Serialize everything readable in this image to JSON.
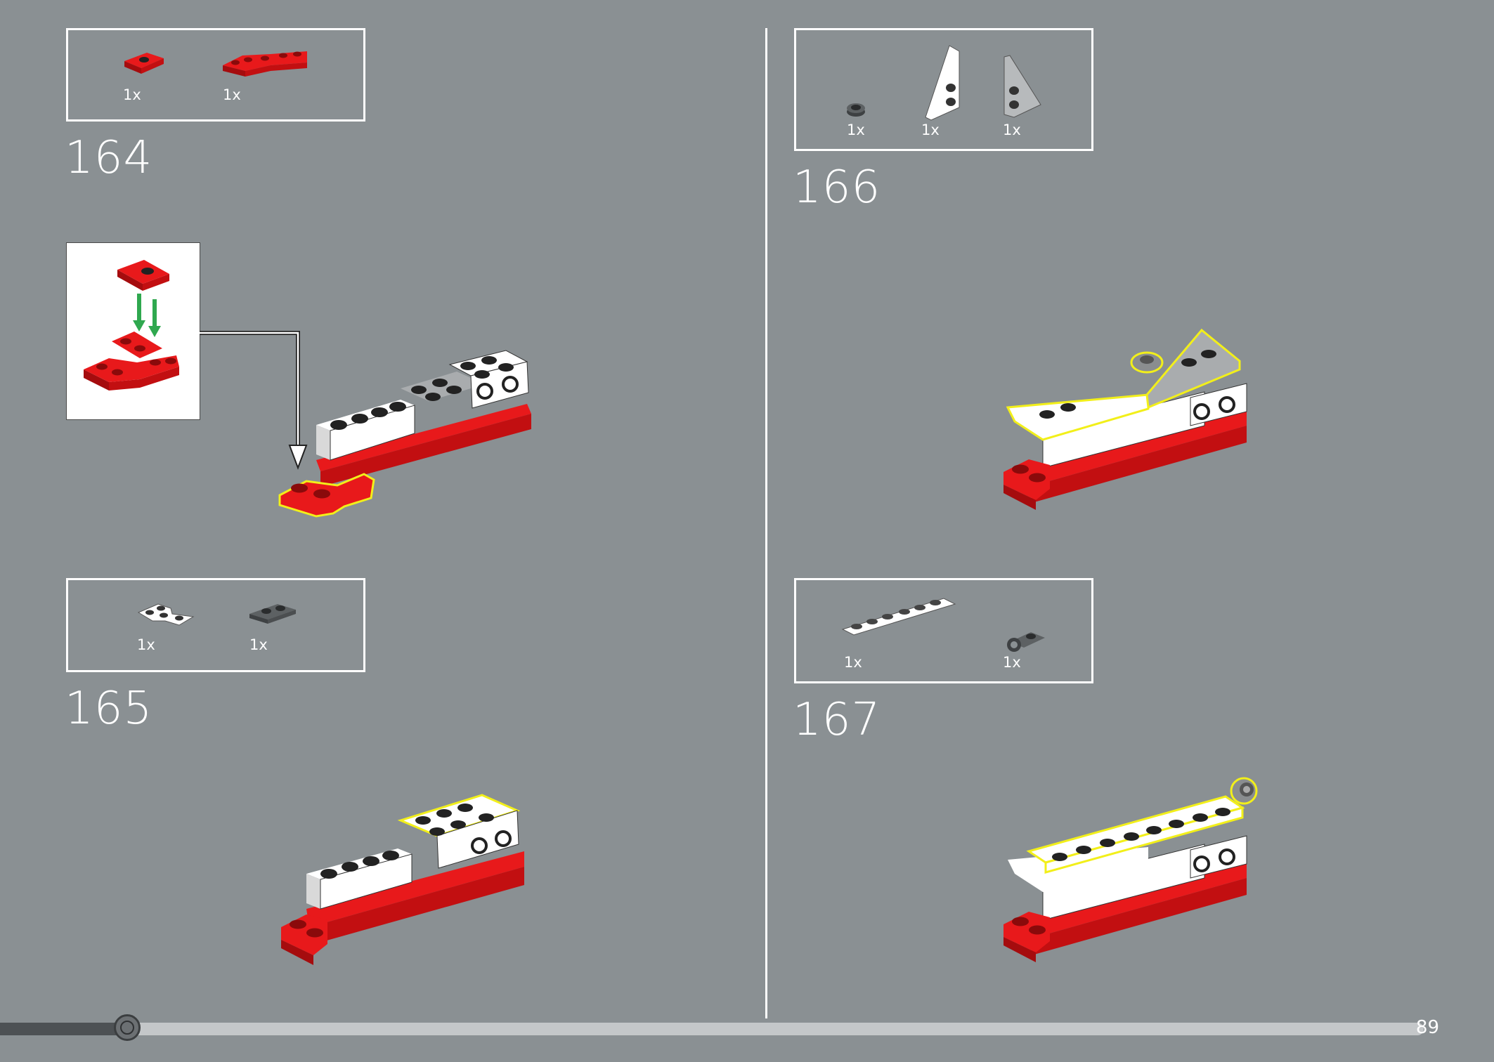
{
  "steps": {
    "s164": {
      "number": "164",
      "parts": [
        {
          "qty": "1x",
          "icon": "red-plate-1x2-jumper"
        },
        {
          "qty": "1x",
          "icon": "red-wedge-plate"
        }
      ]
    },
    "s165": {
      "number": "165",
      "parts": [
        {
          "qty": "1x",
          "icon": "white-plate-2x2-corner"
        },
        {
          "qty": "1x",
          "icon": "dark-gray-plate-1x2"
        }
      ]
    },
    "s166": {
      "number": "166",
      "parts": [
        {
          "qty": "1x",
          "icon": "dark-gray-round-plate-1x1"
        },
        {
          "qty": "1x",
          "icon": "white-wedge-plate"
        },
        {
          "qty": "1x",
          "icon": "light-gray-wedge-plate"
        }
      ]
    },
    "s167": {
      "number": "167",
      "parts": [
        {
          "qty": "1x",
          "icon": "white-plate-1x6"
        },
        {
          "qty": "1x",
          "icon": "dark-gray-plate-clip"
        }
      ]
    }
  },
  "colors": {
    "background": "#8a9093",
    "red": "#d01012",
    "highlight": "#f2ef1a",
    "arrow_green": "#2fa84f"
  },
  "footer": {
    "page_number": "89",
    "progress": 0.08
  }
}
